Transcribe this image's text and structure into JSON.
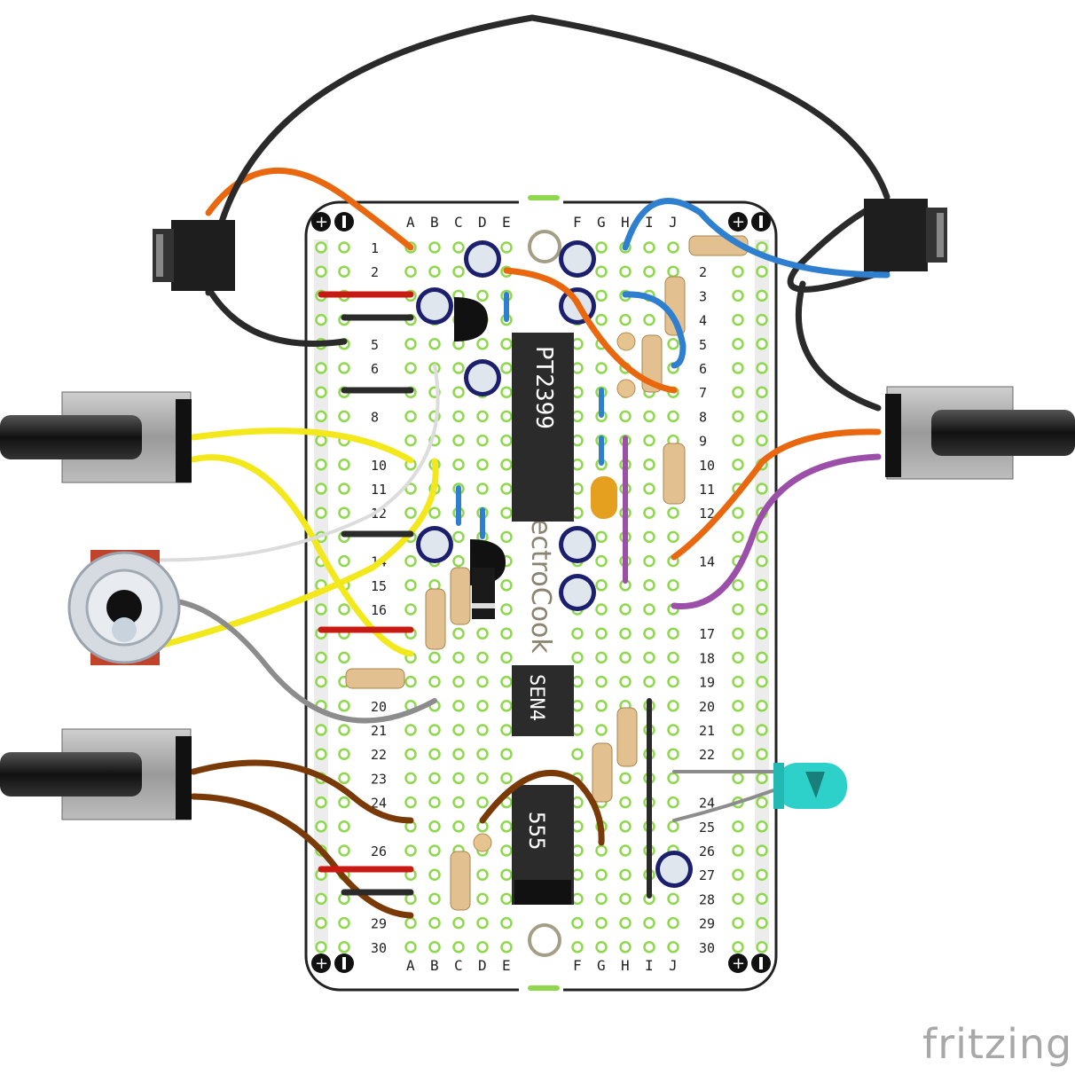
{
  "board": {
    "col_labels_left": [
      "A",
      "B",
      "C",
      "D",
      "E"
    ],
    "col_labels_right": [
      "F",
      "G",
      "H",
      "I",
      "J"
    ],
    "row_labels_left": [
      "1",
      "2",
      "",
      "",
      "5",
      "6",
      "",
      "8",
      "",
      "10",
      "11",
      "12",
      "",
      "14",
      "15",
      "16",
      "",
      "",
      "",
      "20",
      "21",
      "22",
      "23",
      "24",
      "",
      "26",
      "",
      "",
      "29",
      "30"
    ],
    "row_labels_right": [
      "",
      "2",
      "3",
      "4",
      "5",
      "6",
      "7",
      "8",
      "9",
      "10",
      "11",
      "12",
      "",
      "14",
      "",
      "",
      "17",
      "18",
      "19",
      "20",
      "21",
      "22",
      "",
      "24",
      "25",
      "26",
      "27",
      "28",
      "29",
      "30"
    ],
    "rail_plus": "+",
    "rail_minus": "−",
    "silkscreen": "ectroCook"
  },
  "ics": {
    "main": "PT2399",
    "mid": "SEN4",
    "low": "555"
  },
  "colors": {
    "wire_orange": "#e9680f",
    "wire_black": "#2a2a2a",
    "wire_blue": "#2f7fd0",
    "wire_yellow": "#f2e81b",
    "wire_white": "#dcdcdc",
    "wire_gray": "#8c8c8c",
    "wire_brown": "#7a3a08",
    "wire_purple": "#9b4fa8",
    "wire_red": "#c81a12",
    "hole_green": "#8fd84e",
    "led_cyan": "#2ed1c9"
  },
  "brand": "fritzing"
}
